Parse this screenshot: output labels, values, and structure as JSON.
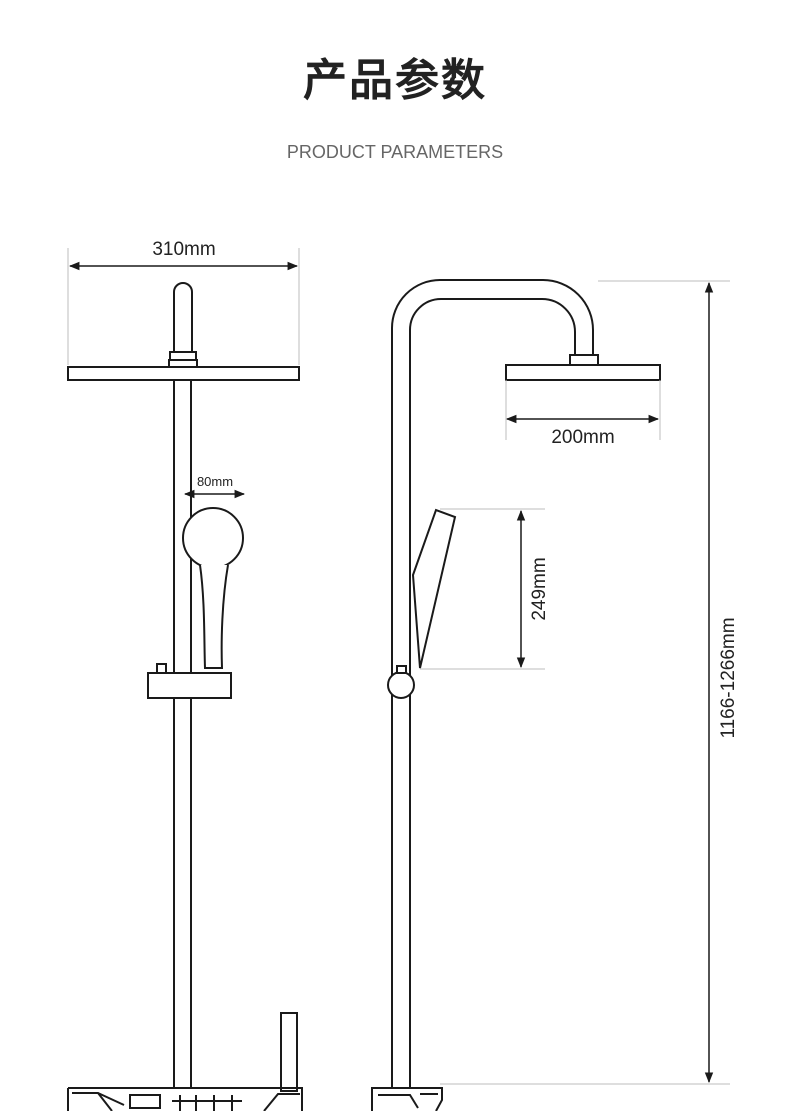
{
  "header": {
    "title": "产品参数",
    "subtitle": "PRODUCT PARAMETERS"
  },
  "dimensions": {
    "overhead_width": "310mm",
    "handheld_width": "80mm",
    "overhead_depth": "200mm",
    "handheld_length": "249mm",
    "total_height": "1166-1266mm"
  },
  "colors": {
    "line": "#1a1a1a",
    "guide": "#bdbdbd"
  }
}
